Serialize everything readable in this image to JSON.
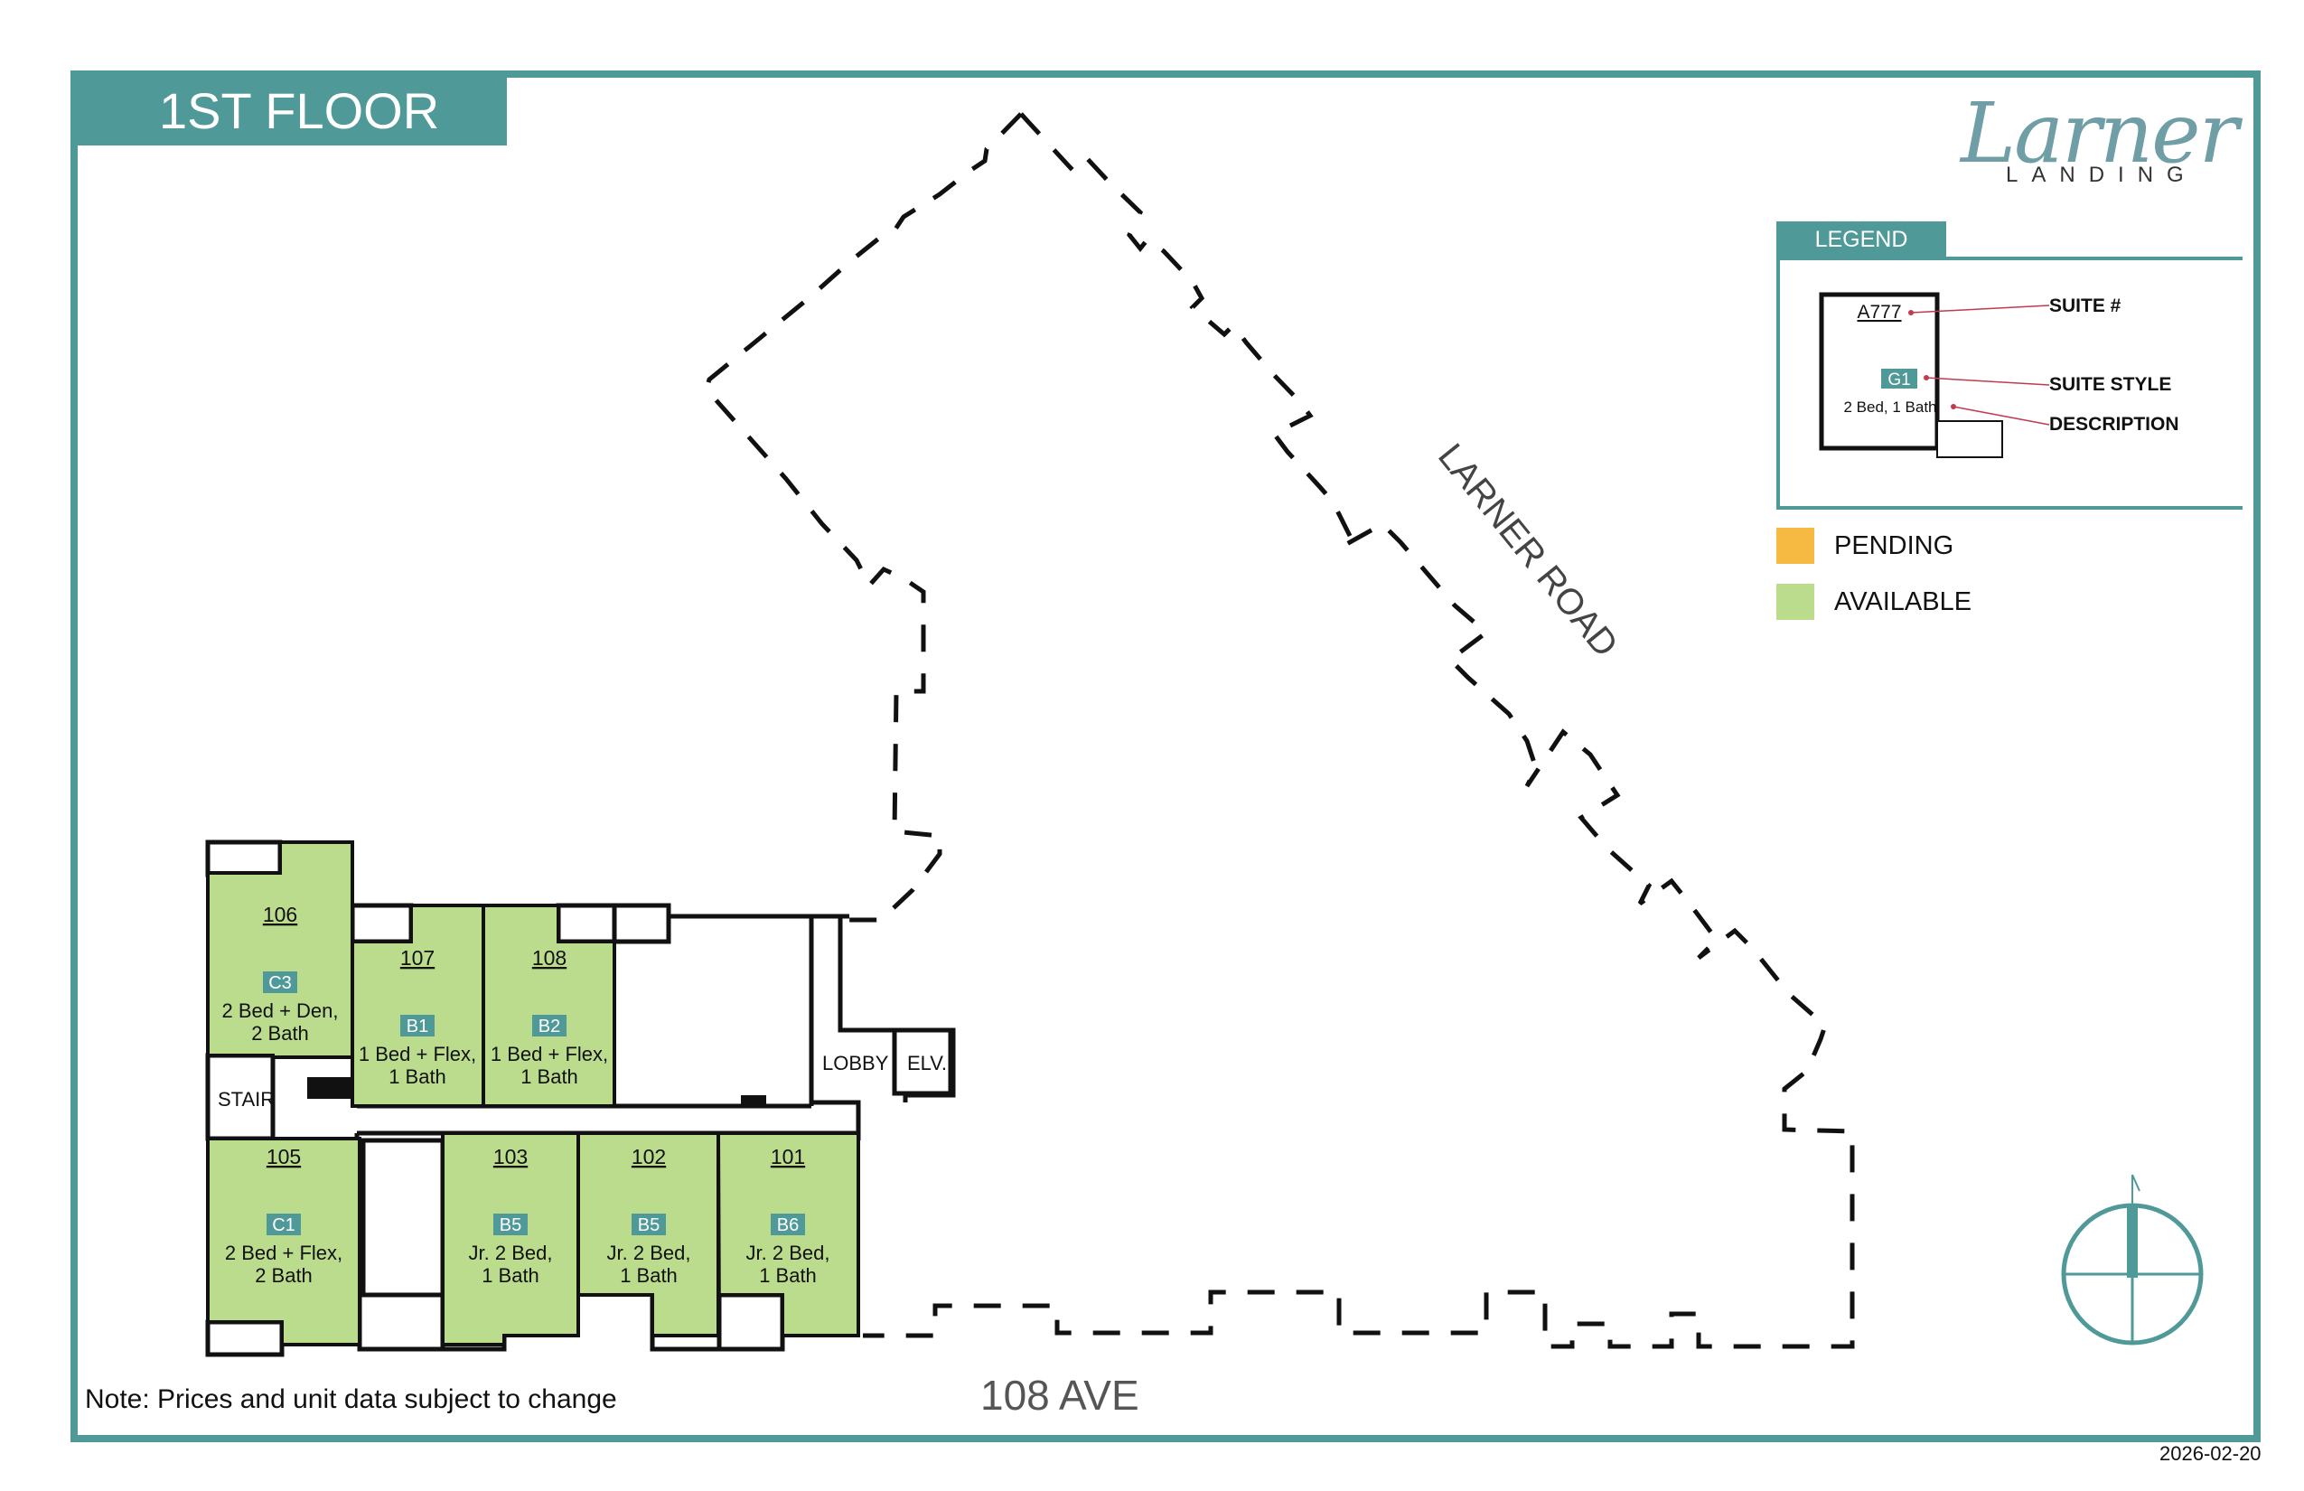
{
  "header": {
    "title": "1ST FLOOR"
  },
  "logo": {
    "script": "Larner",
    "subtitle": "LANDING"
  },
  "legend": {
    "title": "LEGEND",
    "sample": {
      "suite_number": "A777",
      "suite_style": "G1",
      "description": "2 Bed, 1 Bath"
    },
    "callouts": {
      "suite": "SUITE #",
      "style": "SUITE STYLE",
      "description": "DESCRIPTION"
    },
    "keys": [
      {
        "label": "PENDING",
        "color": "#f6b942"
      },
      {
        "label": "AVAILABLE",
        "color": "#bcdc8d"
      }
    ]
  },
  "colors": {
    "brand": "#4f9a98",
    "available": "#bcdc8d",
    "pending": "#f6b942",
    "badge": "#4f9a98"
  },
  "streets": {
    "road": "LARNER ROAD",
    "avenue": "108 AVE"
  },
  "units": [
    {
      "number": "106",
      "style": "C3",
      "line1": "2 Bed + Den,",
      "line2": "2 Bath",
      "status": "available"
    },
    {
      "number": "107",
      "style": "B1",
      "line1": "1 Bed + Flex,",
      "line2": "1 Bath",
      "status": "available"
    },
    {
      "number": "108",
      "style": "B2",
      "line1": "1 Bed + Flex,",
      "line2": "1 Bath",
      "status": "available"
    },
    {
      "number": "105",
      "style": "C1",
      "line1": "2 Bed + Flex,",
      "line2": "2 Bath",
      "status": "available"
    },
    {
      "number": "103",
      "style": "B5",
      "line1": "Jr. 2 Bed,",
      "line2": "1 Bath",
      "status": "available"
    },
    {
      "number": "102",
      "style": "B5",
      "line1": "Jr. 2 Bed,",
      "line2": "1 Bath",
      "status": "available"
    },
    {
      "number": "101",
      "style": "B6",
      "line1": "Jr. 2 Bed,",
      "line2": "1 Bath",
      "status": "available"
    }
  ],
  "rooms": {
    "stair": "STAIR",
    "lobby": "LOBBY",
    "elevator": "ELV."
  },
  "footer": {
    "note": "Note: Prices and unit data subject to change",
    "date": "2026-02-20"
  },
  "compass": {
    "icon": "north-arrow-icon"
  }
}
